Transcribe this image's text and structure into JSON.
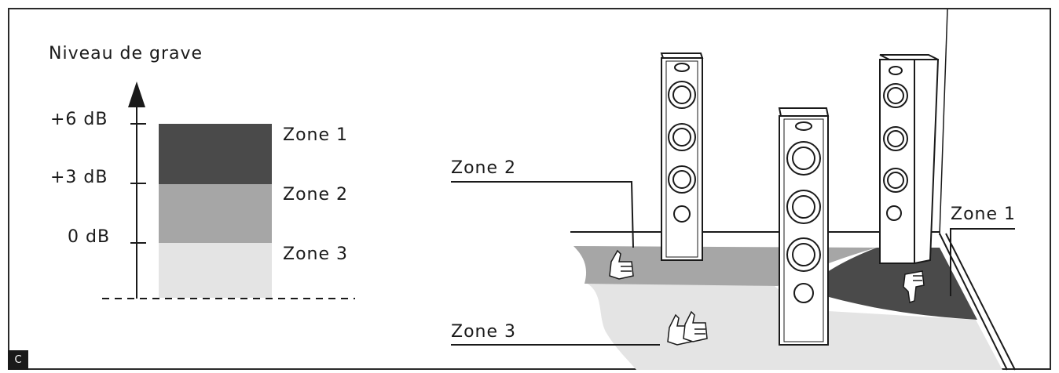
{
  "panel": {
    "badge": "C"
  },
  "chart": {
    "axis_title": "Niveau de grave",
    "ticks": [
      "+6 dB",
      "+3 dB",
      "0 dB"
    ],
    "zones": [
      {
        "label": "Zone 1",
        "color": "#4a4a4a"
      },
      {
        "label": "Zone 2",
        "color": "#a6a6a6"
      },
      {
        "label": "Zone 3",
        "color": "#e4e4e4"
      }
    ]
  },
  "room": {
    "callouts": [
      "Zone 2",
      "Zone 3",
      "Zone 1"
    ]
  }
}
